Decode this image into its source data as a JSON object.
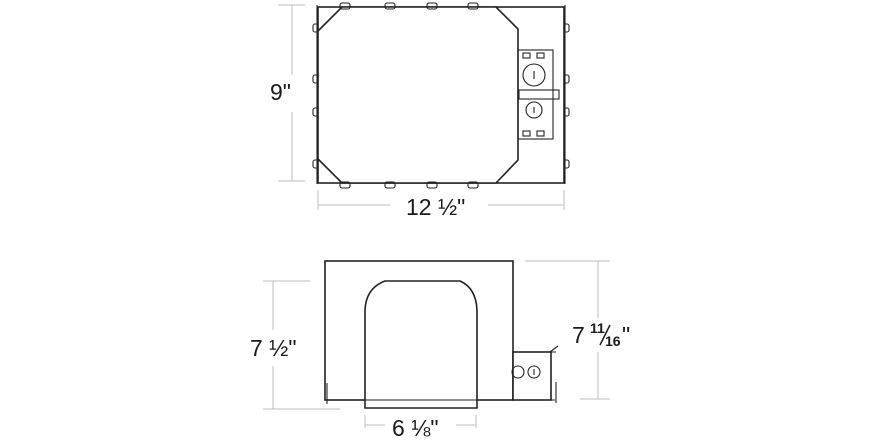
{
  "diagram": {
    "top_view": {
      "height_label": "9\"",
      "width_label": "12 ½\""
    },
    "side_view": {
      "height_label_left": "7 ½\"",
      "height_label_right_whole": "7",
      "height_label_right_num": "11",
      "height_label_right_den": "16",
      "height_label_right_suffix": "\"",
      "width_label": "6 ⅛\""
    }
  }
}
